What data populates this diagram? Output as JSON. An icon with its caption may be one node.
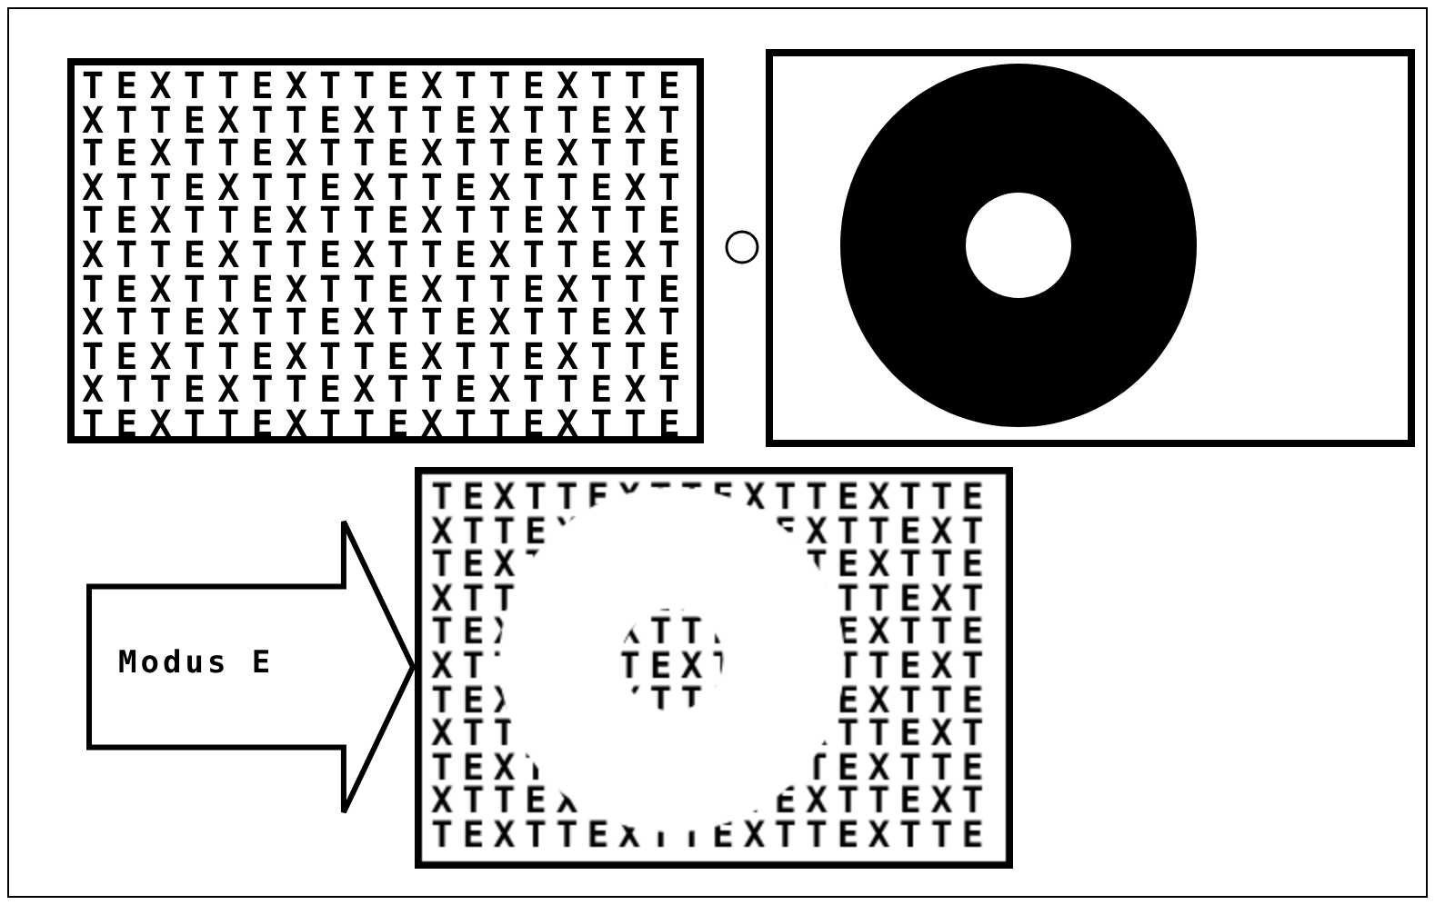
{
  "diagram": {
    "nodes": [
      {
        "text": [
          "TEXTTEXTTEXTTEXTTE XTTEXTTEXTTEXTTEXT TEXTTEXTTEXTTEXTTE XTTEXTTEXTTEXTTEXT TEXTTEXTTEXTTEXTTE XTTEXTTEXTTEXTTEXT TEXTTEXTTEXTTEXTTE XTTEXTTEXTTEXTTEXT TEXTTEXTTEXTTEXTTE XTTEXTTEXTTEXTTEXT TEXTTEXTTEXTTEXTTE"
        ]
      },
      {
        "text": [],
        "shape": "circle"
      },
      {
        "text": [],
        "shape": "box"
      },
      {
        "text": [],
        "shape": "box"
      }
    ],
    "edges": [
      {
        "from": null,
        "to": 3,
        "arrow": "to",
        "label": "Modus E",
        "style": "thick"
      }
    ]
  }
}
